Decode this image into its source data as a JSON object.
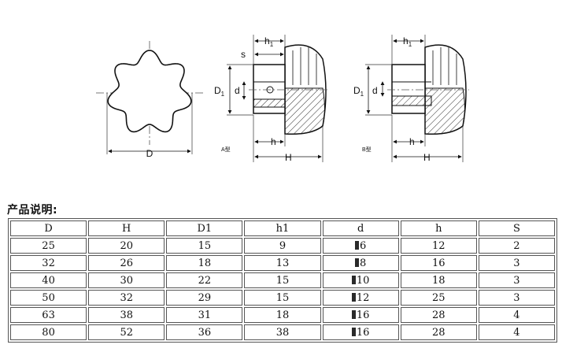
{
  "drawing": {
    "front_view": {
      "diameter_label": "D"
    },
    "type_a": {
      "labels": {
        "s": "s",
        "h1": "h",
        "h1_sub": "1",
        "D1": "D",
        "D1_sub": "1",
        "d": "d",
        "h": "h",
        "H": "H"
      },
      "tag": "A型"
    },
    "type_b": {
      "labels": {
        "h1": "h",
        "h1_sub": "1",
        "D1": "D",
        "D1_sub": "1",
        "d": "d",
        "h": "h",
        "H": "H"
      },
      "tag": "B型"
    }
  },
  "section_title": "产品说明:",
  "table": {
    "headers": [
      "D",
      "H",
      "D1",
      "h1",
      "d",
      "h",
      "S"
    ],
    "rows": [
      [
        "25",
        "20",
        "15",
        "9",
        "6",
        "12",
        "2"
      ],
      [
        "32",
        "26",
        "18",
        "13",
        "8",
        "16",
        "3"
      ],
      [
        "40",
        "30",
        "22",
        "15",
        "10",
        "18",
        "3"
      ],
      [
        "50",
        "32",
        "29",
        "15",
        "12",
        "25",
        "3"
      ],
      [
        "63",
        "38",
        "31",
        "18",
        "16",
        "28",
        "4"
      ],
      [
        "80",
        "52",
        "36",
        "38",
        "16",
        "28",
        "4"
      ]
    ]
  }
}
